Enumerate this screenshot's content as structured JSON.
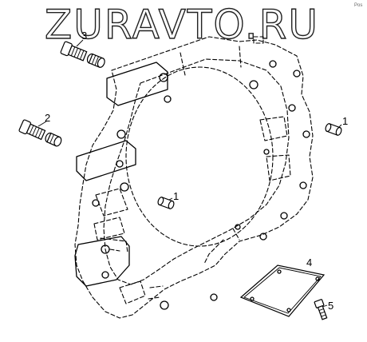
{
  "watermark": {
    "text": "ZURAVTO.RU"
  },
  "corner_mark": "Pos",
  "callouts": [
    {
      "id": "c3",
      "label": "3"
    },
    {
      "id": "c2",
      "label": "2"
    },
    {
      "id": "c1a",
      "label": "1"
    },
    {
      "id": "c1b",
      "label": "1"
    },
    {
      "id": "c4",
      "label": "4"
    },
    {
      "id": "c5",
      "label": "5"
    }
  ]
}
